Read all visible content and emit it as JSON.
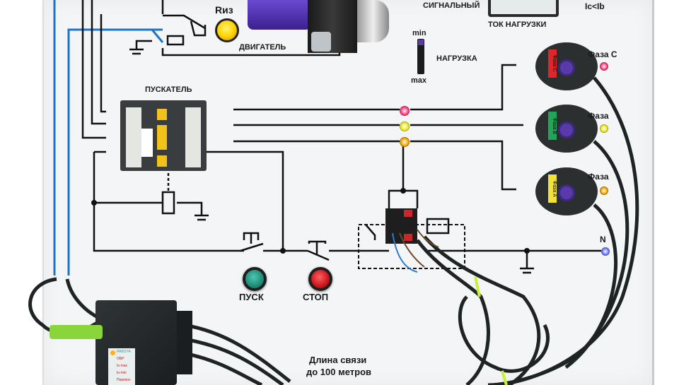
{
  "labels": {
    "r_iz": "Rиз",
    "motor": "ДВИГАТЕЛЬ",
    "signal_indicator": "СИГНАЛЬНЫЙ",
    "load_current": "ТОК НАГРУЗКИ",
    "ic_ib": "Ic<Ib",
    "load_min": "min",
    "load_max": "max",
    "load": "НАГРУЗКА",
    "starter": "ПУСКАТЕЛЬ",
    "phase_c": "Фаза С",
    "phase_b": "Фаза",
    "phase_a": "Фаза",
    "neutral": "N",
    "start": "ПУСК",
    "stop": "СТОП",
    "link_length_line1": "Длина связи",
    "link_length_line2": "до 100 метров"
  },
  "sensor_tags": {
    "phase_c_tag": "Фаза С",
    "phase_b_tag": "Фаза В",
    "phase_a_tag": "Фаза А"
  },
  "device_panel": {
    "rows": [
      "РАБОТА",
      "ОБР",
      "Iн max",
      "Iн min",
      "Перекос"
    ]
  },
  "colors": {
    "panel": "#f4f5f6",
    "wire": "#111111",
    "blue_wire": "#1e74c4",
    "lamp_riz": "#ffd400",
    "btn_start": "#1f8a78",
    "btn_stop": "#c8161d",
    "led_c": "#ff3d7f",
    "led_b": "#e8ea22",
    "led_a": "#f5a400",
    "led_n": "#6b7cff",
    "purple": "#5a3aa8",
    "tag_b": "#22a556",
    "tag_a": "#f2e23b",
    "tag_c": "#e0262b"
  }
}
